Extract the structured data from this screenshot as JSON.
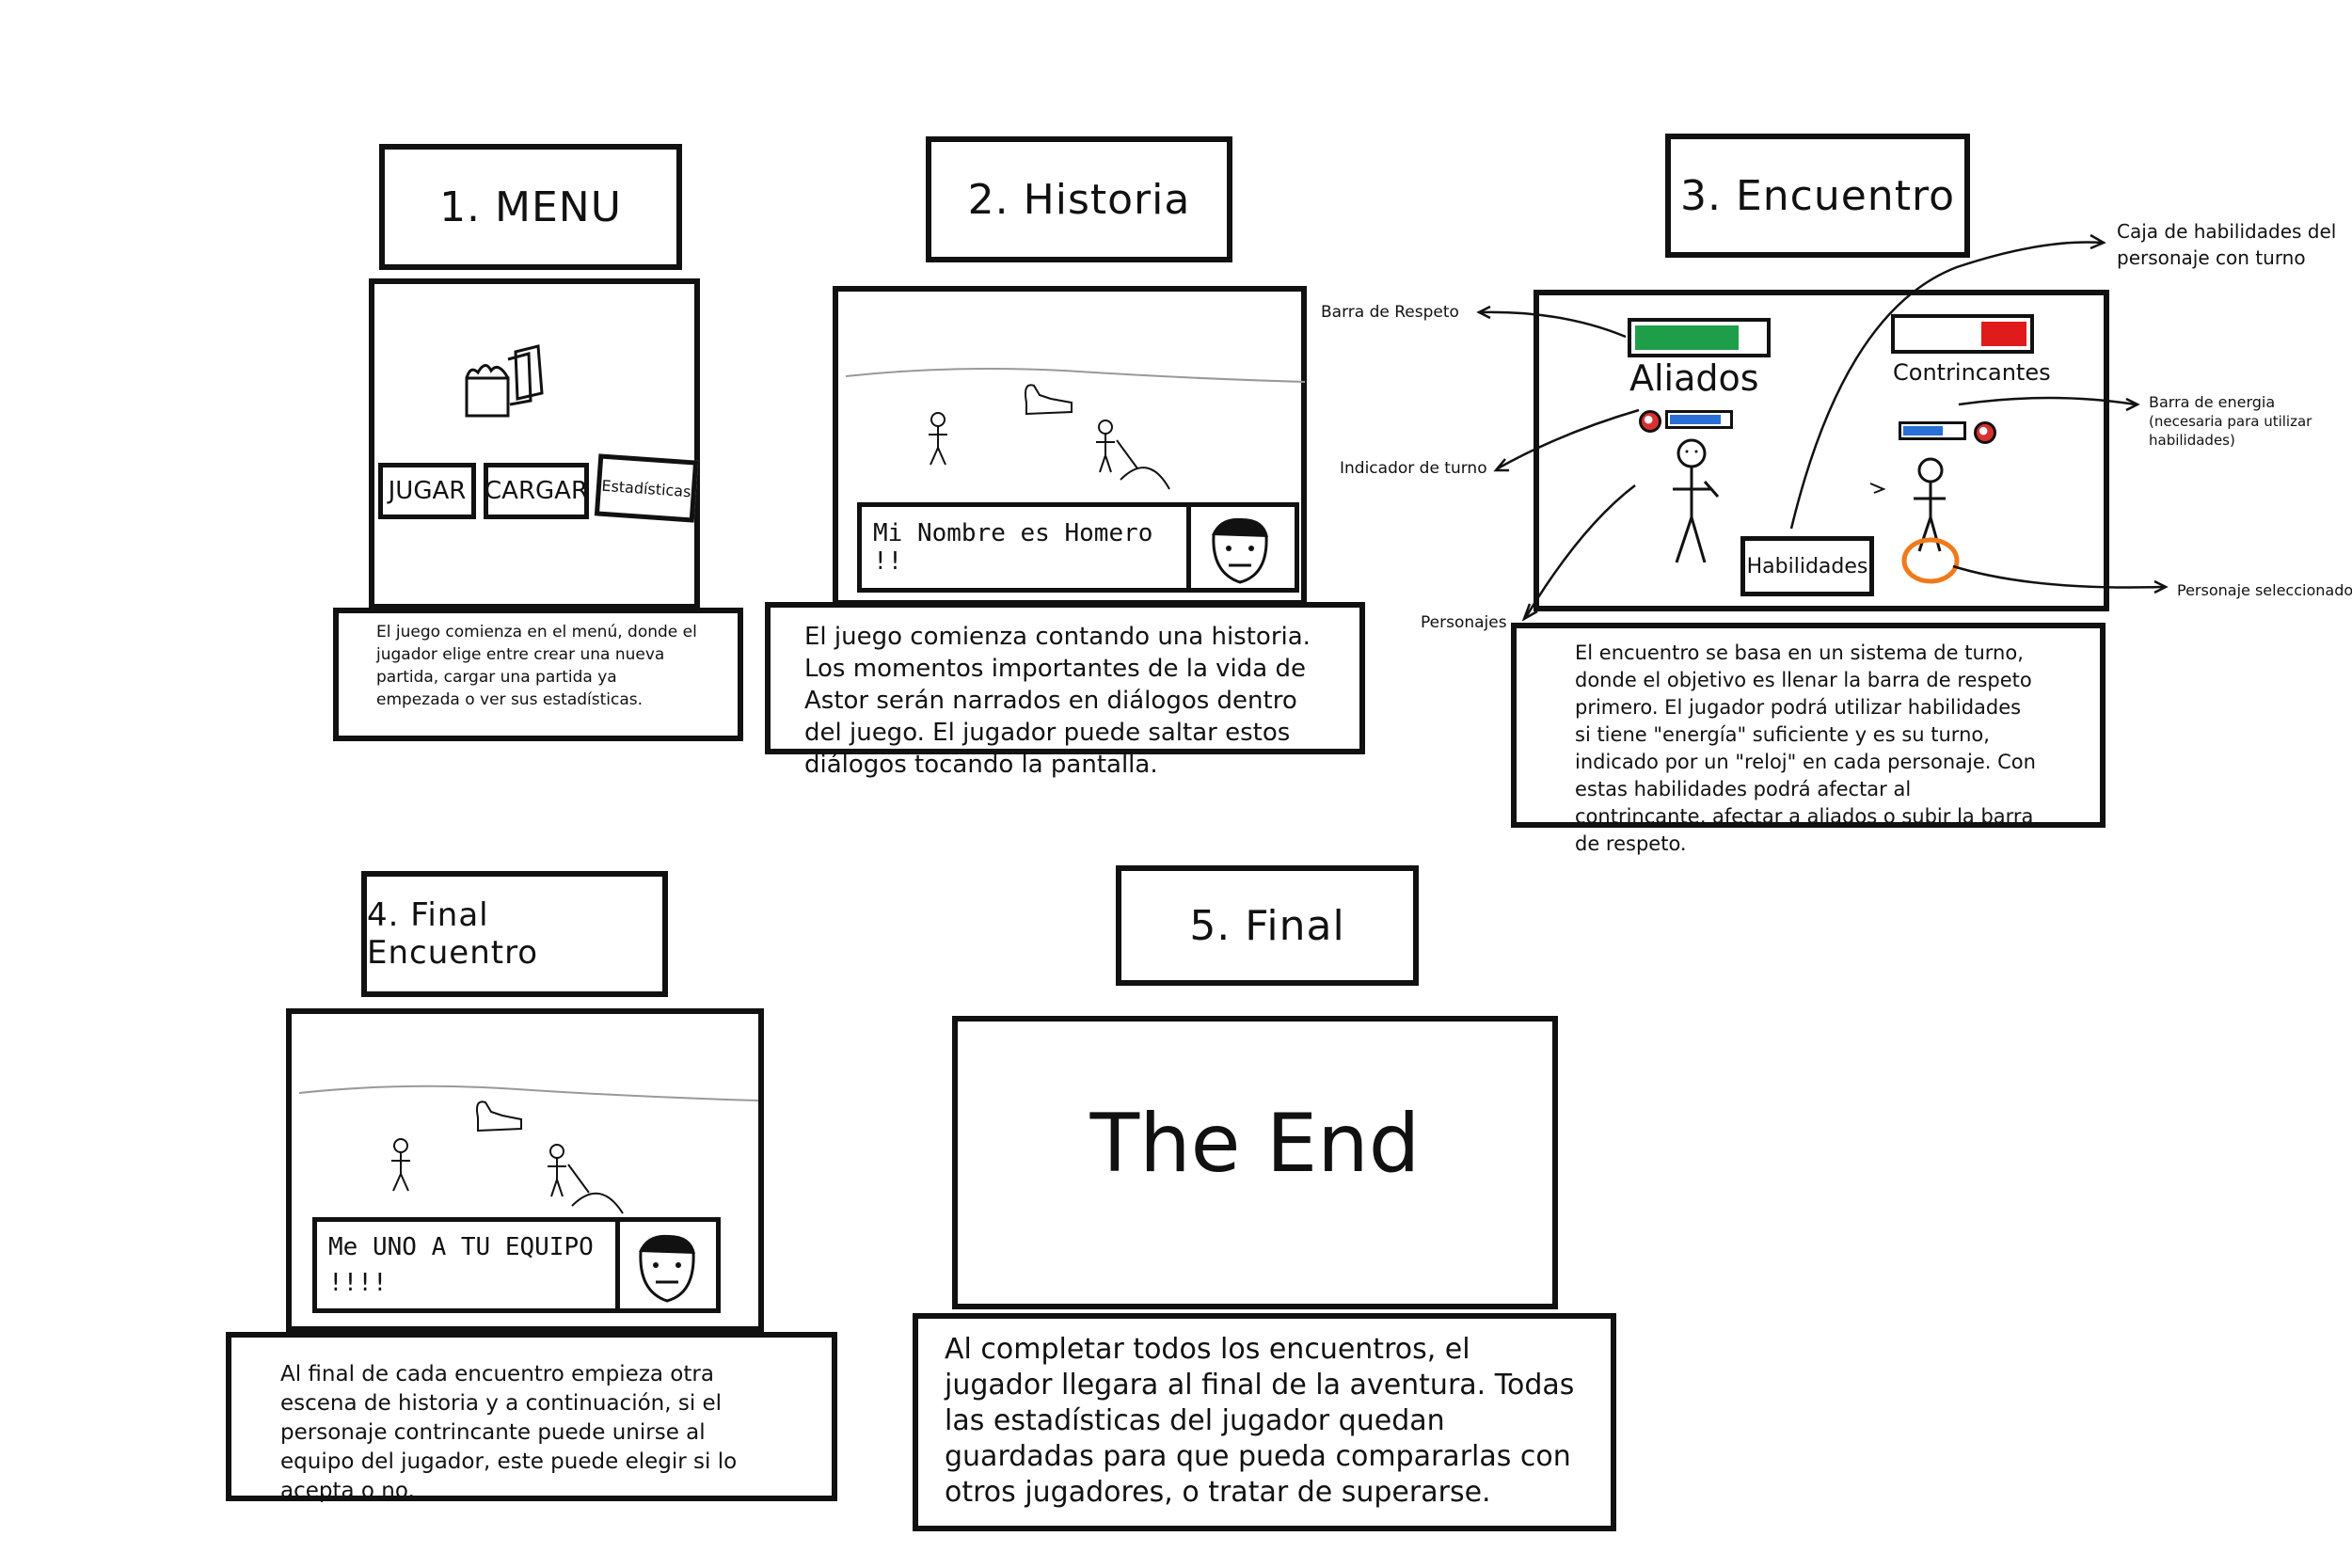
{
  "panels": {
    "menu": {
      "title": "1. MENU",
      "buttons": [
        "JUGAR",
        "CARGAR",
        "Estadísticas"
      ],
      "description": "El juego comienza en el menú, donde el jugador elige entre crear una nueva partida, cargar una partida ya empezada o ver sus estadísticas."
    },
    "historia": {
      "title": "2. Historia",
      "dialog": "Mi Nombre es Homero !!",
      "description": "El juego comienza contando una historia. Los momentos importantes de la vida de Astor serán narrados en diálogos dentro del juego. El jugador puede saltar estos diálogos tocando la pantalla."
    },
    "encuentro": {
      "title": "3. Encuentro",
      "aliados": "Aliados",
      "contrincantes": "Contrincantes",
      "habilidades": "Habilidades",
      "annotations": {
        "barra_respeto": "Barra de Respeto",
        "indicador_turno": "Indicador de turno",
        "personajes": "Personajes",
        "caja_habilidades": "Caja de habilidades del personaje con turno",
        "barra_energia": "Barra de energia",
        "barra_energia_note": "(necesaria para utilizar habilidades)",
        "personaje_seleccionado": "Personaje seleccionado"
      },
      "description": "El encuentro se basa en un sistema de turno, donde el objetivo es llenar la barra de respeto primero. El jugador podrá utilizar habilidades si tiene \"energía\" suficiente y es su turno, indicado por un \"reloj\" en cada personaje. Con estas habilidades podrá afectar al contrincante, afectar a aliados o subir la barra de respeto."
    },
    "final_encuentro": {
      "title": "4. Final Encuentro",
      "dialog": "Me UNO A TU EQUIPO !!!!",
      "description": "Al final de cada encuentro empieza otra escena de historia y a continuación, si el personaje contrincante puede unirse al equipo del jugador, este puede elegir si lo acepta o no."
    },
    "final": {
      "title": "5. Final",
      "screen_text": "The End",
      "description": "Al completar todos los encuentros, el jugador llegara al final de la aventura. Todas las estadísticas del jugador quedan guardadas para que pueda compararlas con otros jugadores, o tratar de superarse."
    }
  },
  "colors": {
    "respeto_aliados": "#1f9e4a",
    "respeto_contrincantes": "#e01b1b",
    "energia": "#2a6fd6",
    "turno": "#d93030",
    "seleccion": "#f07a1a"
  }
}
